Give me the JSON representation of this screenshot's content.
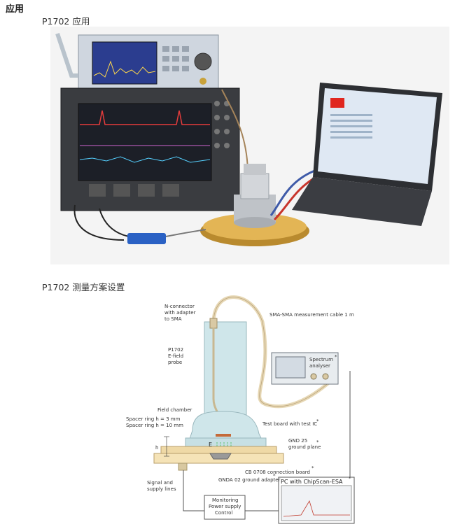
{
  "section_title": "应用",
  "photo_caption": "P1702 应用",
  "diagram_caption": "P1702 测量方案设置",
  "diagram": {
    "n_connector": [
      "N-connector",
      "with adapter",
      "to SMA"
    ],
    "cable": "SMA-SMA measurement cable 1 m",
    "probe": [
      "P1702",
      "E-field",
      "probe"
    ],
    "spectrum": [
      "Spectrum",
      "analyser"
    ],
    "field_chamber": "Field chamber",
    "spacer1": "Spacer ring h = 3 mm",
    "spacer2": "Spacer ring h = 10 mm",
    "test_board": "Test board with test IC",
    "gnd25": [
      "GND 25",
      "ground plane"
    ],
    "h": "h",
    "e": "E",
    "cb0708": "CB 0708 connection board",
    "gnda": "GNDA 02 ground adapter",
    "signal": [
      "Signal and",
      "supply lines"
    ],
    "pc": "PC with ChipScan-ESA",
    "monitoring": [
      "Monitoring",
      "Power supply",
      "Control"
    ],
    "star": "*"
  }
}
